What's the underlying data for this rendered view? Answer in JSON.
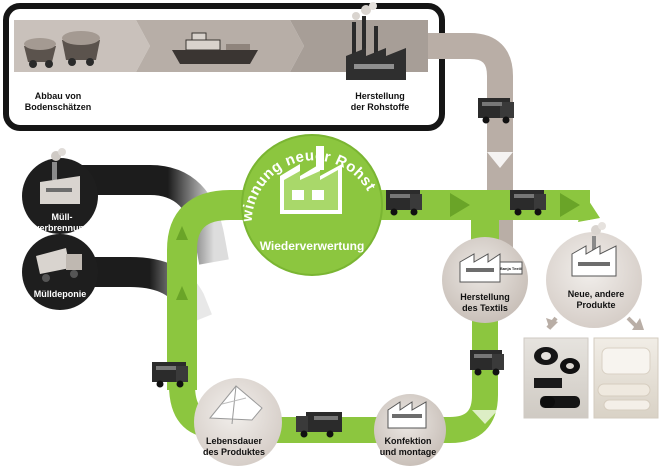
{
  "diagram": {
    "top_box": {
      "step_mining": {
        "line1": "Abbau von",
        "line2": "Bodenschätzen",
        "icon": "mining-cart-icon"
      },
      "step_ship": {
        "icon": "cargo-ship-icon"
      },
      "step_raw_materials": {
        "line1": "Herstellung",
        "line2": "der Rohstoffe",
        "icon": "factory-icon"
      }
    },
    "recycling_hub": {
      "arc_text": "Gewinnung neuer Rohstoffe",
      "label": "Wiederverwertung",
      "icon": "green-factory-icon"
    },
    "disposal": {
      "incineration": {
        "line1": "Müll-",
        "line2": "verbrennung",
        "icon": "incinerator-icon"
      },
      "landfill": {
        "label": "Mülldeponie",
        "icon": "landfill-truck-icon"
      }
    },
    "textile_production": {
      "line1": "Herstellung",
      "line2": "des Textils",
      "sign": "Banja Textil",
      "icon": "textile-factory-icon"
    },
    "new_products": {
      "line1": "Neue, andere",
      "line2": "Produkte",
      "icon": "factory-icon"
    },
    "manufacturing": {
      "line1": "Konfektion",
      "line2": "und montage",
      "icon": "factory-icon"
    },
    "product_life": {
      "line1": "Lebensdauer",
      "line2": "des Produktes",
      "icon": "tent-icon"
    },
    "product_photos": [
      {
        "icon": "black-tube-rolls-photo"
      },
      {
        "icon": "white-felt-rolls-photo"
      }
    ],
    "colors": {
      "green": "#8cc63f",
      "green_dark": "#6aa428",
      "taupe": "#b9aea6",
      "taupe_dark": "#8f847c",
      "black": "#1c1c1c",
      "truck": "#2b2b2b"
    }
  }
}
